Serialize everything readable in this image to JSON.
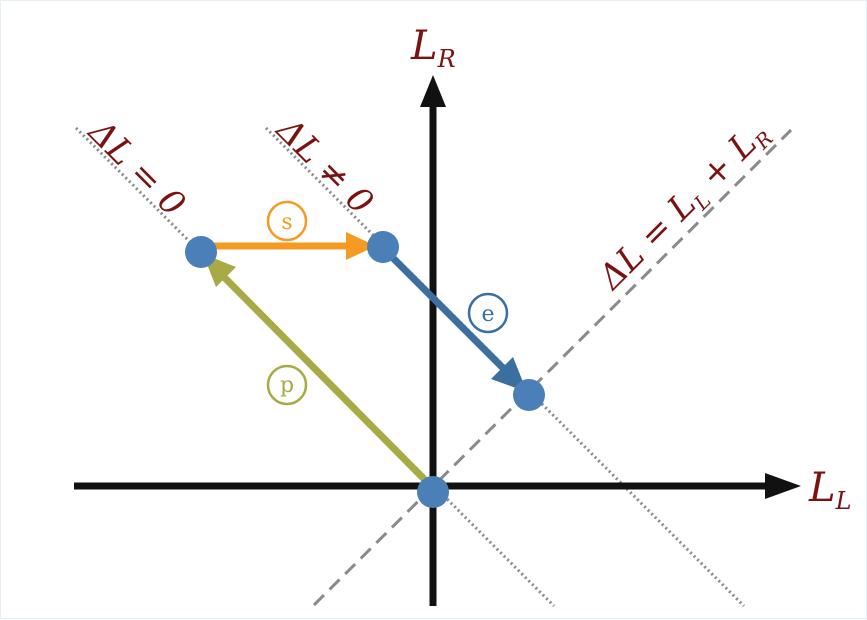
{
  "axes": {
    "x_label_main": "L",
    "x_label_sub": "L",
    "y_label_main": "L",
    "y_label_sub": "R"
  },
  "lines": {
    "delta_zero": "ΔL = 0",
    "delta_nonzero": "ΔL ≠ 0",
    "delta_sum_lhs": "ΔL = L",
    "delta_sum_sub1": "L",
    "delta_sum_plus": " + L",
    "delta_sum_sub2": "R"
  },
  "arrows": {
    "s": {
      "label": "s",
      "color": "#f59a23"
    },
    "e": {
      "label": "e",
      "color": "#3a6f9f"
    },
    "p": {
      "label": "p",
      "color": "#a8aa45"
    }
  },
  "colors": {
    "axis": "#111111",
    "label": "#7a1212",
    "point": "#4a7fb8",
    "dotted_line": "#8a8a8a",
    "dashed_line": "#8a8a8a"
  }
}
